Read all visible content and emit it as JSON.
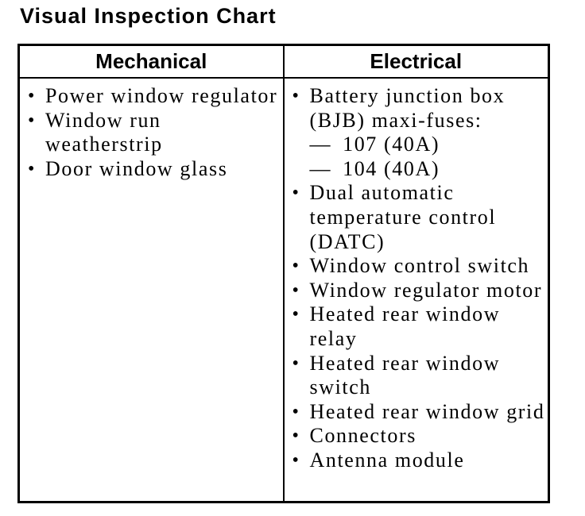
{
  "title": "Visual Inspection Chart",
  "colors": {
    "text": "#000000",
    "background": "#ffffff",
    "border": "#000000"
  },
  "icons": {
    "bullet": "•",
    "dash": "—"
  },
  "table": {
    "columns": [
      {
        "header": "Mechanical",
        "items": [
          {
            "text": "Power window regulator"
          },
          {
            "text": "Window run weatherstrip"
          },
          {
            "text": "Door window glass"
          }
        ]
      },
      {
        "header": "Electrical",
        "items": [
          {
            "text": "Battery junction box (BJB) maxi-fuses:",
            "subitems": [
              "107 (40A)",
              "104 (40A)"
            ]
          },
          {
            "text": "Dual automatic temperature control (DATC)"
          },
          {
            "text": "Window control switch"
          },
          {
            "text": "Window regulator motor"
          },
          {
            "text": "Heated rear window relay"
          },
          {
            "text": "Heated rear window switch"
          },
          {
            "text": "Heated rear window grid"
          },
          {
            "text": "Connectors"
          },
          {
            "text": "Antenna module"
          }
        ]
      }
    ]
  }
}
